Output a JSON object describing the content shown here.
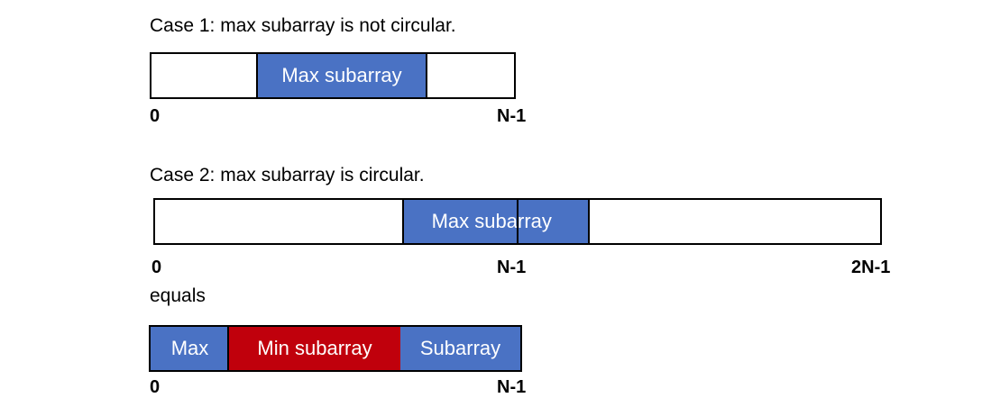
{
  "case1": {
    "caption": "Case 1: max subarray is not circular.",
    "segment_label": "Max subarray",
    "tick_start": "0",
    "tick_end": "N-1"
  },
  "case2": {
    "caption": "Case 2: max subarray is circular.",
    "segment_label_left": "Max suba",
    "segment_label_right": "rray",
    "tick_start": "0",
    "tick_mid": "N-1",
    "tick_end": "2N-1"
  },
  "equals_label": "equals",
  "case3": {
    "segment_max": "Max",
    "segment_min": "Min subarray",
    "segment_sub": "Subarray",
    "tick_start": "0",
    "tick_end": "N-1"
  },
  "colors": {
    "max_segment": "#4a72c4",
    "min_segment": "#c0000c",
    "outline": "#000000"
  }
}
